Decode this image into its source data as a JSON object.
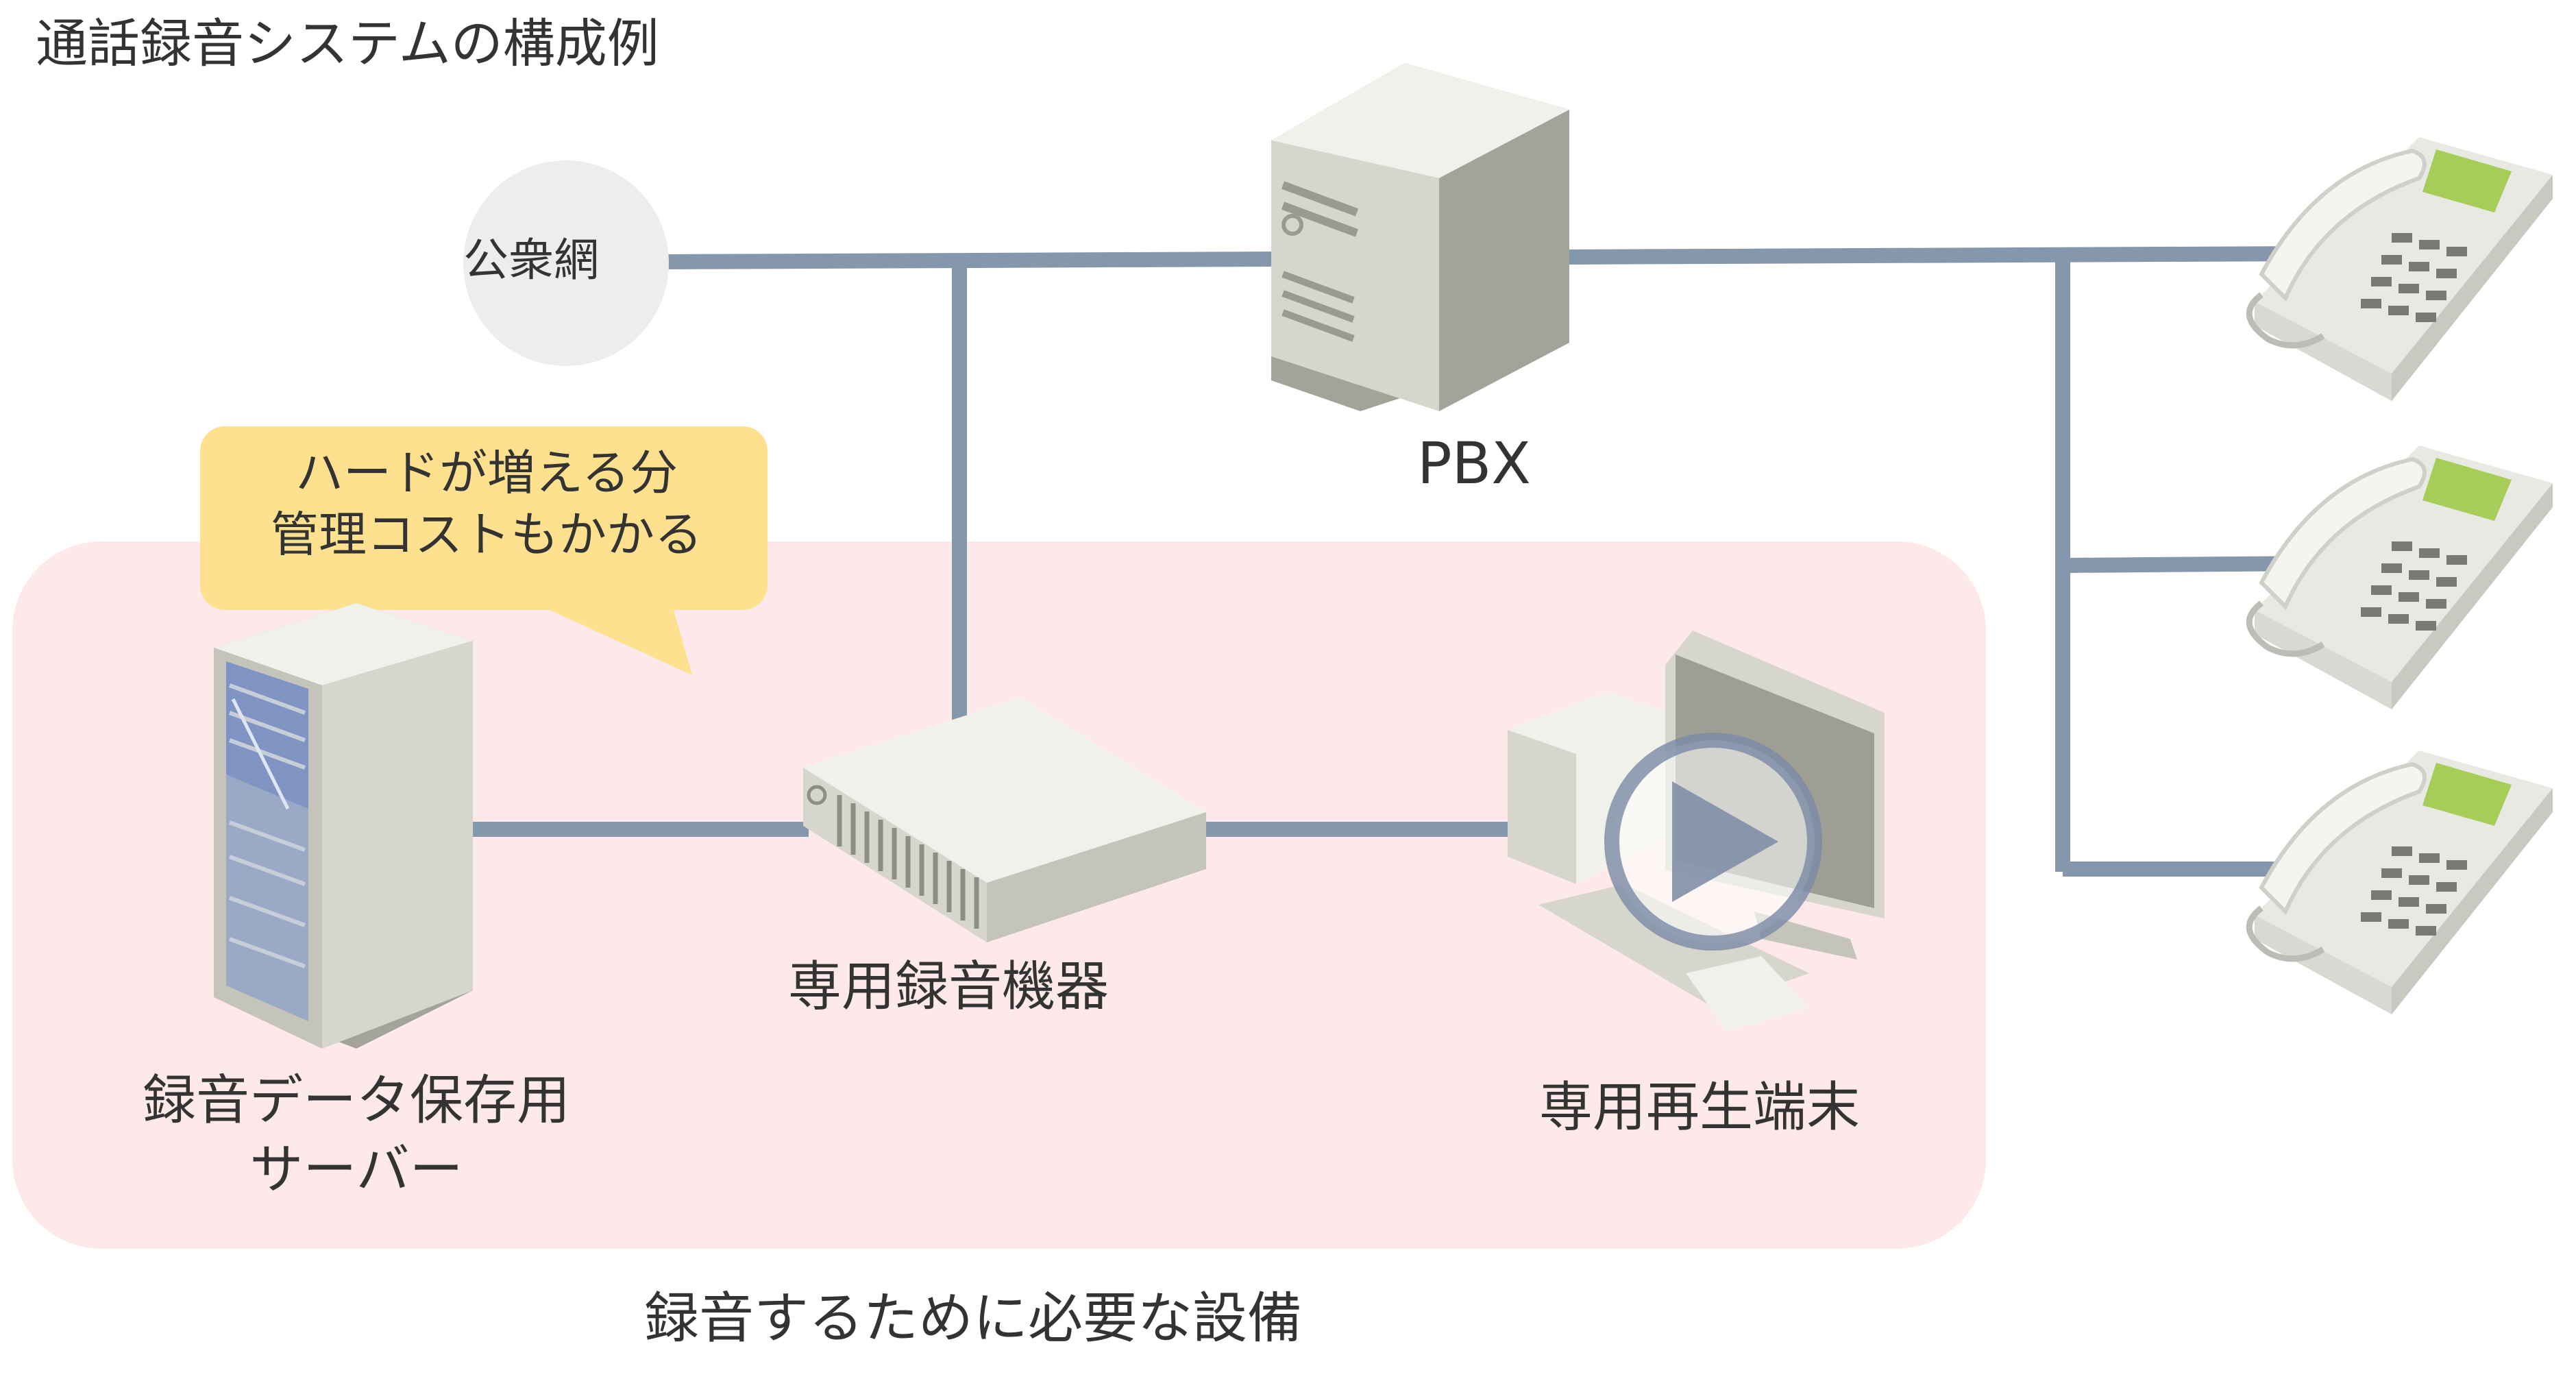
{
  "title": "通話録音システムの構成例",
  "nodes": {
    "pstn": "公衆網",
    "pbx": "PBX",
    "bubble_line1": "ハードが増える分",
    "bubble_line2": "管理コストもかかる",
    "server_line1": "録音データ保存用",
    "server_line2": "サーバー",
    "recorder": "専用録音機器",
    "playback": "専用再生端末"
  },
  "footer": "録音するために必要な設備",
  "colors": {
    "line": "#8497ad",
    "region": "#fde9e9",
    "bubble": "#fde18f",
    "pstn_circle": "#eceeee",
    "device_light": "#f1f1ec",
    "device_mid": "#d6d6cd",
    "device_dark": "#a3a39a",
    "phone_screen": "#a6cd58",
    "text": "#333333"
  }
}
